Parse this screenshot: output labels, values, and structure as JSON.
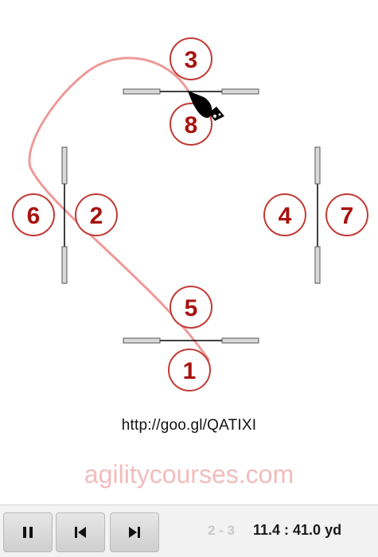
{
  "course": {
    "jump_labels": [
      "1",
      "2",
      "3",
      "4",
      "5",
      "6",
      "7",
      "8"
    ],
    "colors": {
      "number": "#a8120d",
      "number_ring": "#c23a34",
      "path": "#ef9a9a",
      "bar": "#d9d9d9"
    }
  },
  "url": "http://goo.gl/QATIXI",
  "watermark": "agilitycourses.com",
  "toolbar": {
    "play_pause_icon": "pause-icon",
    "prev_icon": "skip-back-icon",
    "next_icon": "skip-forward-icon",
    "step": "2 - 3",
    "distance": "11.4 : 41.0 yd"
  }
}
